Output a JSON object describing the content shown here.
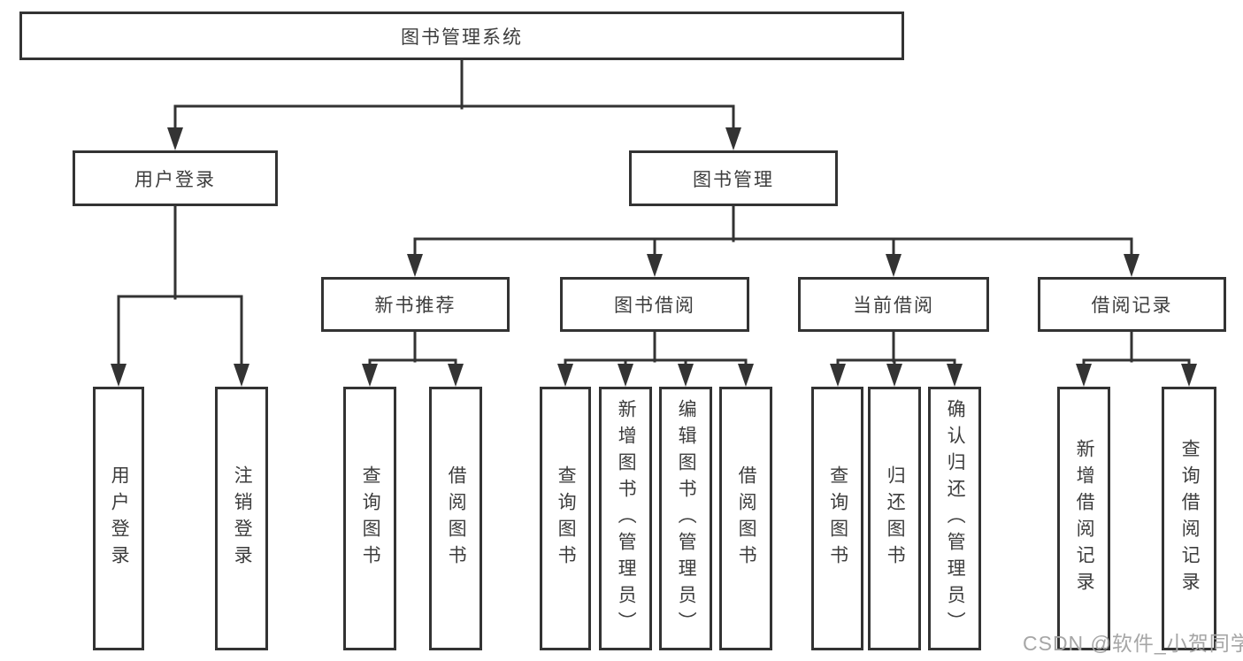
{
  "diagram": {
    "type": "hierarchy-tree",
    "colors": {
      "line": "#333333",
      "box_border": "#333333",
      "box_fill": "#ffffff",
      "text": "#3d3d3d",
      "watermark_text": "#a6a6a6",
      "background": "#ffffff"
    },
    "tree": {
      "root": {
        "label": "图书管理系统"
      },
      "branches": [
        {
          "label": "用户登录",
          "leaves": [
            {
              "label": "用户登录"
            },
            {
              "label": "注销登录"
            }
          ]
        },
        {
          "label": "图书管理",
          "groups": [
            {
              "label": "新书推荐",
              "leaves": [
                {
                  "label": "查询图书"
                },
                {
                  "label": "借阅图书"
                }
              ]
            },
            {
              "label": "图书借阅",
              "leaves": [
                {
                  "label": "查询图书"
                },
                {
                  "label": "新增图书（管理员）"
                },
                {
                  "label": "编辑图书（管理员）"
                },
                {
                  "label": "借阅图书"
                }
              ]
            },
            {
              "label": "当前借阅",
              "leaves": [
                {
                  "label": "查询图书"
                },
                {
                  "label": "归还图书"
                },
                {
                  "label": "确认归还（管理员）"
                }
              ]
            },
            {
              "label": "借阅记录",
              "leaves": [
                {
                  "label": "新增借阅记录"
                },
                {
                  "label": "查询借阅记录"
                }
              ]
            }
          ]
        }
      ]
    },
    "watermark": "CSDN @软件_小贺同学"
  }
}
